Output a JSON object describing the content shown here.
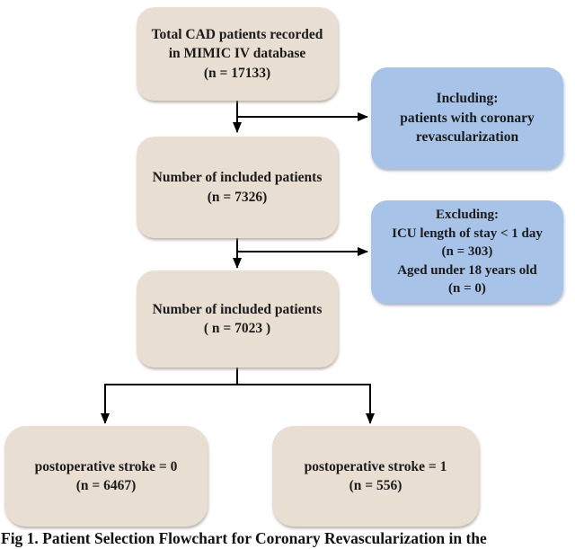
{
  "colors": {
    "tan_box": "#e8ded2",
    "blue_box": "#a7c4e8",
    "text": "#1b1b1b",
    "arrow": "#000000",
    "background": "#ffffff"
  },
  "flowchart": {
    "total": {
      "lines": [
        "Total CAD patients recorded",
        "in MIMIC IV database",
        "(n = 17133)"
      ]
    },
    "including": {
      "lines": [
        "Including:",
        "patients with coronary",
        "revascularization"
      ]
    },
    "included1": {
      "lines": [
        "Number of included patients",
        "(n = 7326)"
      ]
    },
    "excluding": {
      "lines": [
        "Excluding:",
        "ICU length of stay < 1 day",
        "(n = 303)",
        "Aged under 18 years old",
        "(n = 0)"
      ]
    },
    "included2": {
      "lines": [
        "Number of included patients",
        "( n = 7023 )"
      ]
    },
    "stroke0": {
      "lines": [
        "postoperative stroke = 0",
        "(n = 6467)"
      ]
    },
    "stroke1": {
      "lines": [
        "postoperative stroke = 1",
        "(n = 556)"
      ]
    }
  },
  "caption": "Fig 1. Patient Selection Flowchart for Coronary Revascularization in the"
}
